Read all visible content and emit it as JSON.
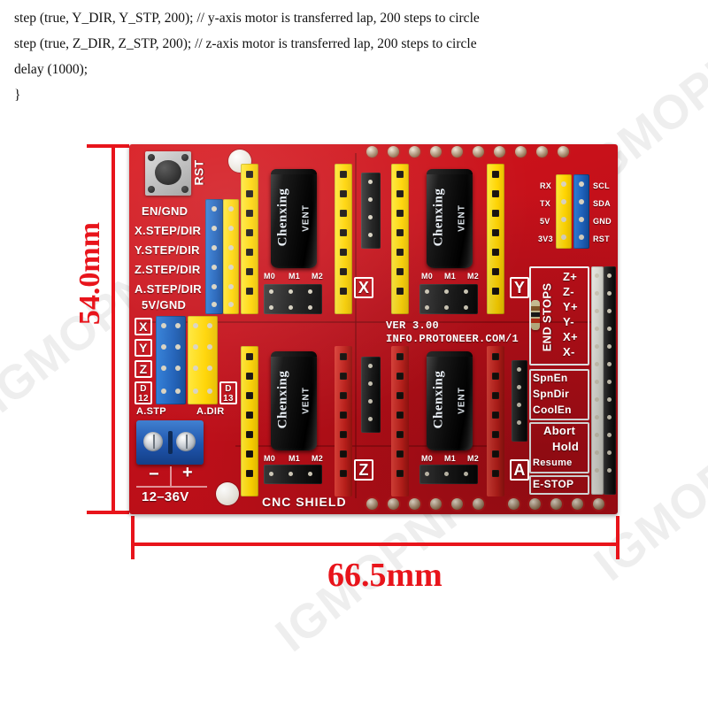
{
  "code": {
    "lines": [
      "step (true, Y_DIR, Y_STP, 200); // y-axis motor is transferred lap, 200 steps to circle",
      "step (true, Z_DIR, Z_STP, 200); // z-axis motor is transferred lap, 200 steps to circle",
      "delay (1000);",
      "}"
    ]
  },
  "dimensions": {
    "height_label": "54.0mm",
    "width_label": "66.5mm",
    "line_color": "#e8141b"
  },
  "watermark": {
    "text": "IGMOPNPQ"
  },
  "board": {
    "name": "CNC SHIELD",
    "version": "VER 3.00",
    "website": "INFO.PROTONEER.COM/1",
    "pcb_color": "#c2101a",
    "reset_label": "RST",
    "control_pin_labels": [
      "EN/GND",
      "X.STEP/DIR",
      "Y.STEP/DIR",
      "Z.STEP/DIR",
      "A.STEP/DIR",
      "5V/GND"
    ],
    "clone_jumper_labels": [
      "X",
      "Y",
      "Z",
      "D\n12"
    ],
    "clone_jumper_right_label": "D\n13",
    "a_axis_labels": {
      "step": "A.STP",
      "dir": "A.DIR"
    },
    "power": {
      "minus": "−",
      "plus": "+",
      "voltage": "12–36V"
    },
    "axis_sockets": [
      {
        "label": "X",
        "microstep": [
          "M0",
          "M1",
          "M2"
        ],
        "cap_brand": "Chenxing",
        "cap_vent": "VENT"
      },
      {
        "label": "Y",
        "microstep": [
          "M0",
          "M1",
          "M2"
        ],
        "cap_brand": "Chenxing",
        "cap_vent": "VENT"
      },
      {
        "label": "Z",
        "microstep": [
          "M0",
          "M1",
          "M2"
        ],
        "cap_brand": "Chenxing",
        "cap_vent": "VENT"
      },
      {
        "label": "A",
        "microstep": [
          "M0",
          "M1",
          "M2"
        ],
        "cap_brand": "Chenxing",
        "cap_vent": "VENT"
      }
    ],
    "serial_header_left": [
      "RX",
      "TX",
      "5V",
      "3V3"
    ],
    "serial_header_right": [
      "SCL",
      "SDA",
      "GND",
      "RST"
    ],
    "endstops": {
      "title": "END STOPS",
      "pins": [
        "Z+",
        "Z-",
        "Y+",
        "Y-",
        "X+",
        "X-"
      ]
    },
    "spindle_labels": [
      "SpnEn",
      "SpnDir",
      "CoolEn"
    ],
    "control_labels": [
      "Abort",
      "Hold",
      "Resume"
    ],
    "estop_label": "E-STOP"
  }
}
